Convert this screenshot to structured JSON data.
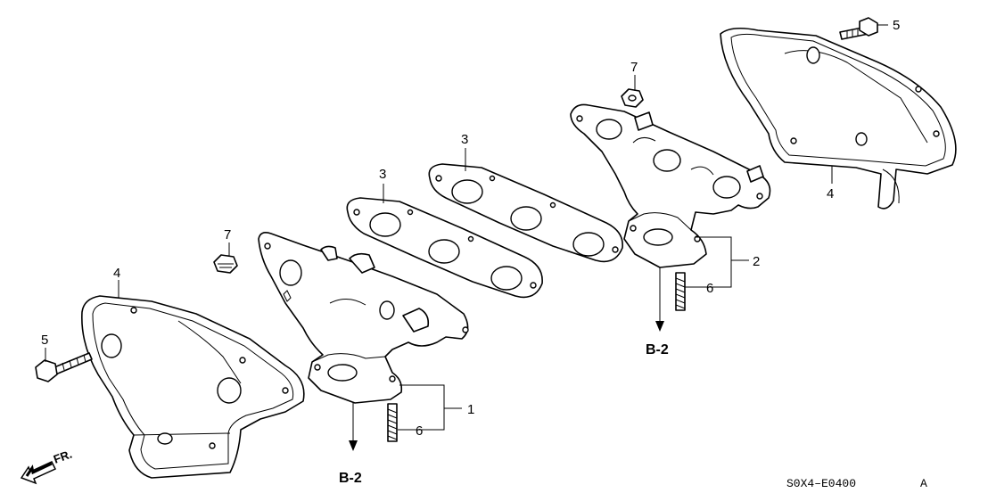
{
  "callouts": {
    "c1": "1",
    "c2": "2",
    "c3a": "3",
    "c3b": "3",
    "c4a": "4",
    "c4b": "4",
    "c5a": "5",
    "c5b": "5",
    "c6a": "6",
    "c6b": "6",
    "c7a": "7",
    "c7b": "7"
  },
  "refs": {
    "left": "B-2",
    "right": "B-2"
  },
  "direction_label": "FR.",
  "diagram_code": "S0X4–E0400",
  "diagram_suffix": "A"
}
